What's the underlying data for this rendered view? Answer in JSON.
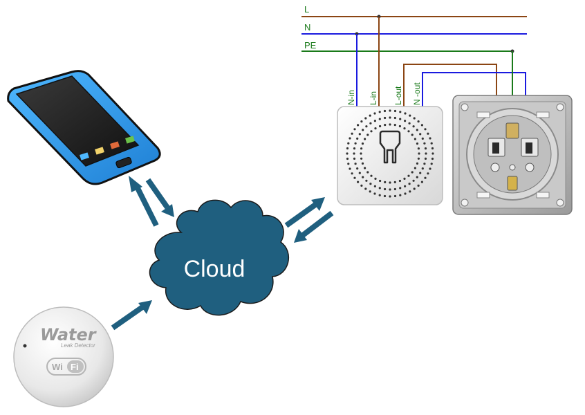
{
  "wires": {
    "l_label": "L",
    "n_label": "N",
    "pe_label": "PE",
    "n_in_label": "N-in",
    "l_in_label": "L-in",
    "l_out_label": "L-out",
    "n_out_label": "N -out"
  },
  "cloud": {
    "label": "Cloud"
  },
  "sensor": {
    "brand_label": "Water",
    "sub_label": "Leak Detector",
    "wifi_left": "Wi",
    "wifi_right": "Fi"
  },
  "colors": {
    "brown": "#8B4513",
    "blue": "#1a1adf",
    "green": "#1a7a1a",
    "accent": "#1f5f7f"
  }
}
